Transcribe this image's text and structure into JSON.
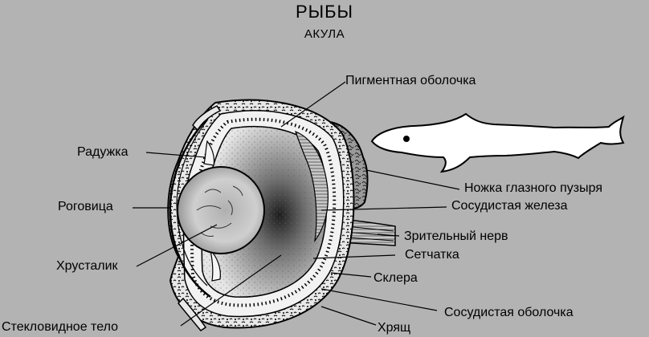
{
  "title": "РЫБЫ",
  "subtitle": "АКУЛА",
  "labels": {
    "pigment": "Пигментная оболочка",
    "iris": "Радужка",
    "cornea": "Роговица",
    "lens": "Хрусталик",
    "vitreous": "Стекловидное тело",
    "stalk": "Ножка глазного пузыря",
    "vascular_gland": "Сосудистая железа",
    "optic_nerve": "Зрительный нерв",
    "retina": "Сетчатка",
    "sclera": "Склера",
    "choroid": "Сосудистая оболочка",
    "cartilage": "Хрящ"
  },
  "colors": {
    "background": "#b3b3b3",
    "line": "#000000",
    "shark_fill": "#ffffff"
  }
}
